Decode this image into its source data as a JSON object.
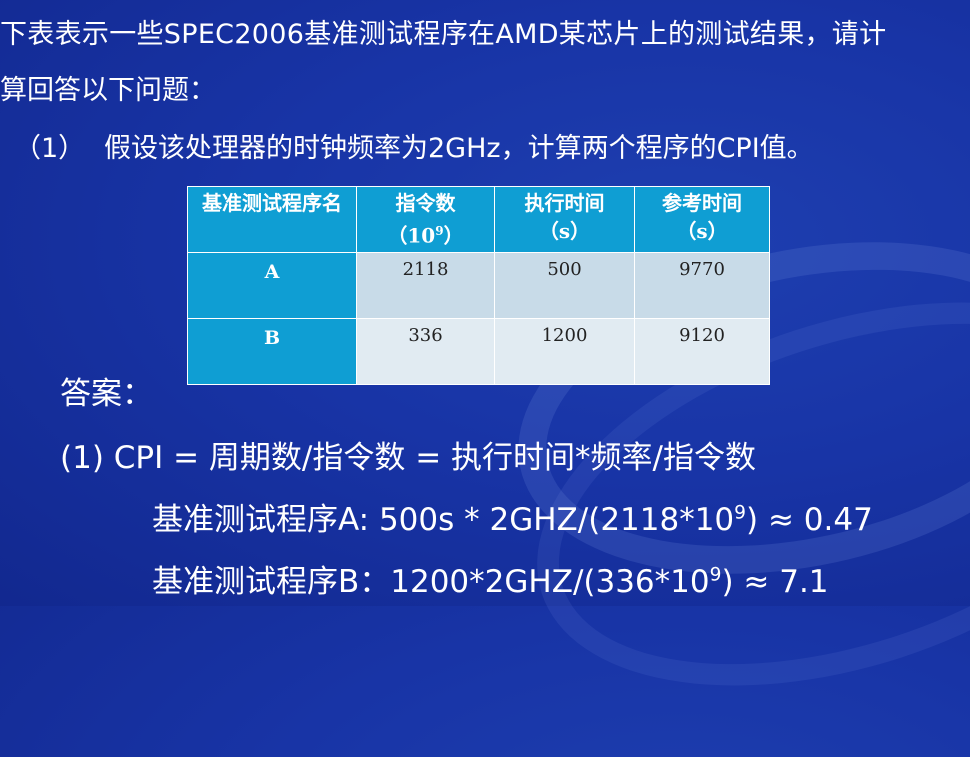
{
  "intro_line1": "下表表示一些SPEC2006基准测试程序在AMD某芯片上的测试结果，请计",
  "intro_line2": "算回答以下问题：",
  "question": {
    "number": "（1）",
    "text": "假设该处理器的时钟频率为2GHz，计算两个程序的CPI值。"
  },
  "table": {
    "headers": {
      "col1": "基准测试程序名",
      "col2_main": "指令数",
      "col2_unit_prefix": "（10",
      "col2_unit_exp": "9",
      "col2_unit_suffix": "）",
      "col3_main": "执行时间",
      "col3_unit": "（s）",
      "col4_main": "参考时间",
      "col4_unit": "（s）"
    },
    "rows": [
      {
        "name": "A",
        "instructions": "2118",
        "exec_time": "500",
        "ref_time": "9770"
      },
      {
        "name": "B",
        "instructions": "336",
        "exec_time": "1200",
        "ref_time": "9120"
      }
    ]
  },
  "answer": {
    "label": "答案：",
    "formula": "(1) CPI = 周期数/指令数 = 执行时间*频率/指令数",
    "calcA_prefix": "基准测试程序A:   500s * 2GHZ/(2118*10",
    "calcA_exp": "9",
    "calcA_suffix": ") ≈ 0.47",
    "calcB_prefix": "基准测试程序B：1200*2GHZ/(336*10",
    "calcB_exp": "9",
    "calcB_suffix": ") ≈ 7.1"
  }
}
